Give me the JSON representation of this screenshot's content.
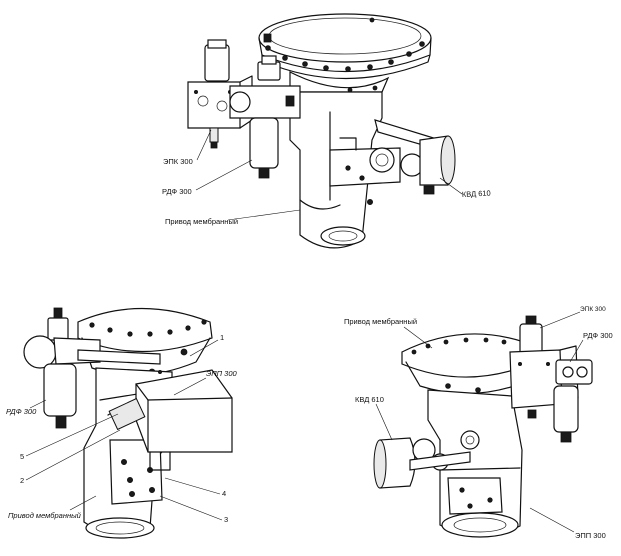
{
  "view_top": {
    "labels": {
      "epk": "ЭПК 300",
      "rdf": "РДФ 300",
      "actuator": "Привод мембранный",
      "kvd": "КВД 610"
    }
  },
  "view_left": {
    "labels": {
      "rdf": "РДФ 300",
      "epp": "ЭПП 300",
      "actuator": "Привод мембранный",
      "n1": "1",
      "n2": "2",
      "n3": "3",
      "n4": "4",
      "n5": "5"
    }
  },
  "view_right": {
    "labels": {
      "actuator": "Привод мембранный",
      "epk": "ЭПК 300",
      "rdf": "РДФ 300",
      "kvd": "КВД 610",
      "epp": "ЭПП 300"
    }
  }
}
